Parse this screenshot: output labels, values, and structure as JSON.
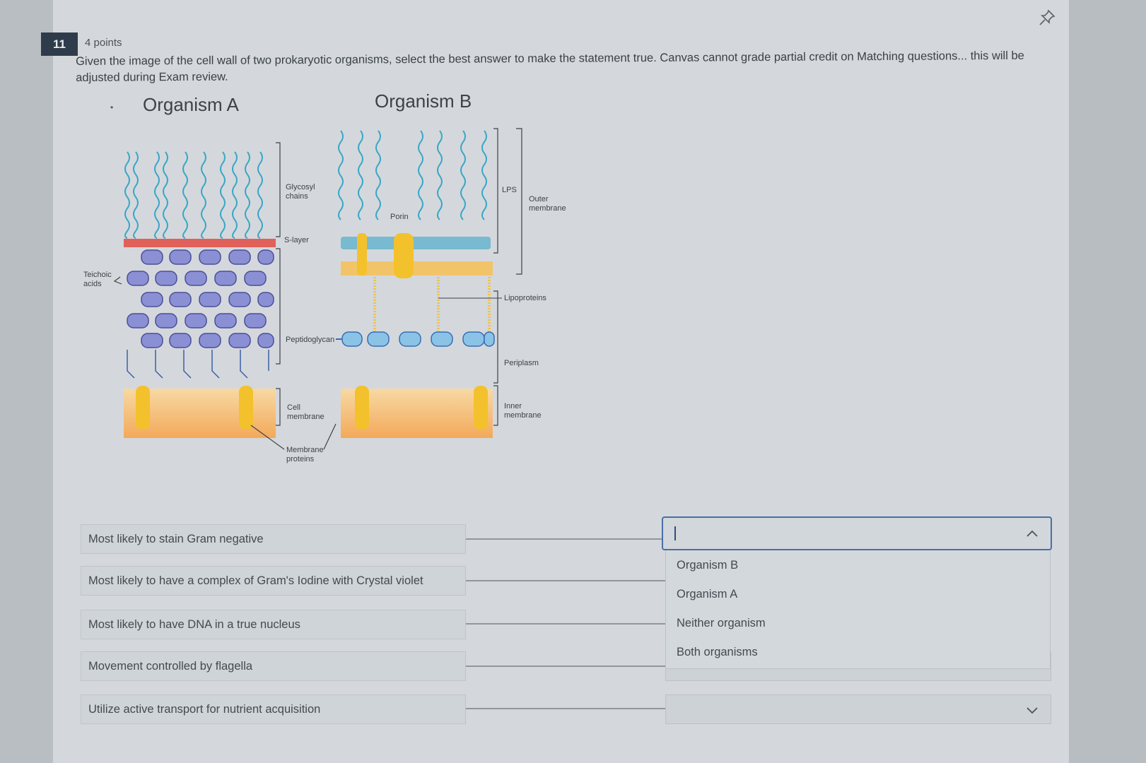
{
  "question": {
    "number": "11",
    "points": "4 points",
    "prompt": "Given the image of the cell wall of two prokaryotic organisms, select the best answer to make the statement true.  Canvas cannot grade partial credit on Matching questions... this will be adjusted during Exam review."
  },
  "figure": {
    "organism_a": "Organism A",
    "organism_b": "Organism B",
    "labels": {
      "glycosyl": [
        "Glycosyl",
        "chains"
      ],
      "s_layer": "S-layer",
      "teichoic": [
        "Teichoic",
        "acids"
      ],
      "peptidoglycan": "Peptidoglycan",
      "cell_membrane": [
        "Cell",
        "membrane"
      ],
      "membrane_proteins": [
        "Membrane",
        "proteins"
      ],
      "porin": "Porin",
      "lps": "LPS",
      "outer_membrane": [
        "Outer",
        "membrane"
      ],
      "lipoproteins": "Lipoproteins",
      "periplasm": "Periplasm",
      "inner_membrane": [
        "Inner",
        "membrane"
      ]
    }
  },
  "matching": {
    "statements": [
      "Most likely to stain Gram negative",
      "Most likely to have a complex of Gram's Iodine with Crystal violet",
      "Most likely to have DNA in a true nucleus",
      "Movement controlled by flagella",
      "Utilize active transport for nutrient acquisition"
    ],
    "open_select_value": "",
    "options": [
      "Organism B",
      "Organism A",
      "Neither organism",
      "Both organisms"
    ]
  },
  "icons": [
    "pin-icon",
    "chevron-up-icon",
    "chevron-down-icon"
  ]
}
